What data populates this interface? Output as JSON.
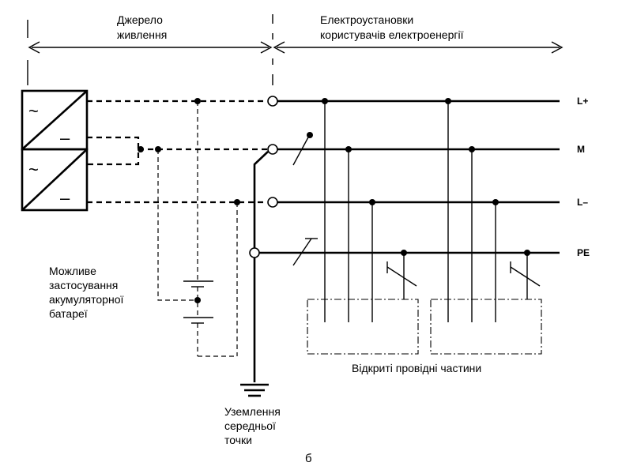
{
  "labels": {
    "source_line1": "Джерело",
    "source_line2": "живлення",
    "install_line1": "Електроустановки",
    "install_line2": "користувачів електроенергії",
    "battery_line1": "Можливе",
    "battery_line2": "застосування",
    "battery_line3": "акумуляторної",
    "battery_line4": "батареї",
    "exposed_parts": "Відкриті провідні частини",
    "earth_line1": "Уземлення",
    "earth_line2": "середньої",
    "earth_line3": "точки",
    "caption": "б"
  },
  "buses": {
    "l_plus": "L+",
    "m": "M",
    "l_minus": "L–",
    "pe": "PE"
  },
  "symbols": {
    "ac1": "~",
    "dc1": "–",
    "ac2": "~",
    "dc2": "–"
  }
}
